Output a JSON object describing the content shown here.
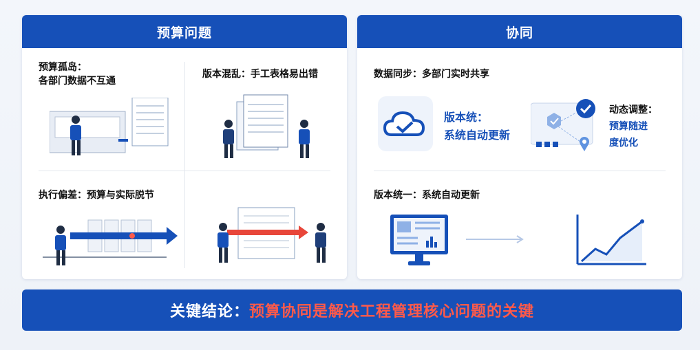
{
  "left_panel": {
    "title": "预算问题",
    "cell1": {
      "line1": "预算孤岛：",
      "line2": "各部门数据不互通"
    },
    "cell2": {
      "title": "版本混乱：手工表格易出错"
    },
    "cell3": {
      "title": "执行偏差：预算与实际脱节"
    }
  },
  "right_panel": {
    "title": "协同",
    "top_title": "数据同步：多部门实时共享",
    "version_label": {
      "line1": "版本统：",
      "line2": "系统自动更新"
    },
    "dynamic_label": {
      "line1": "动态调整：",
      "line2": "预算随进",
      "line3": "度优化"
    },
    "bottom_title": "版本统一：系统自动更新"
  },
  "conclusion": {
    "prefix": "关键结论：",
    "highlight": "预算协同是解决工程管理核心问题的关键"
  },
  "colors": {
    "primary": "#1650b8",
    "accent": "#ff5a4a"
  }
}
